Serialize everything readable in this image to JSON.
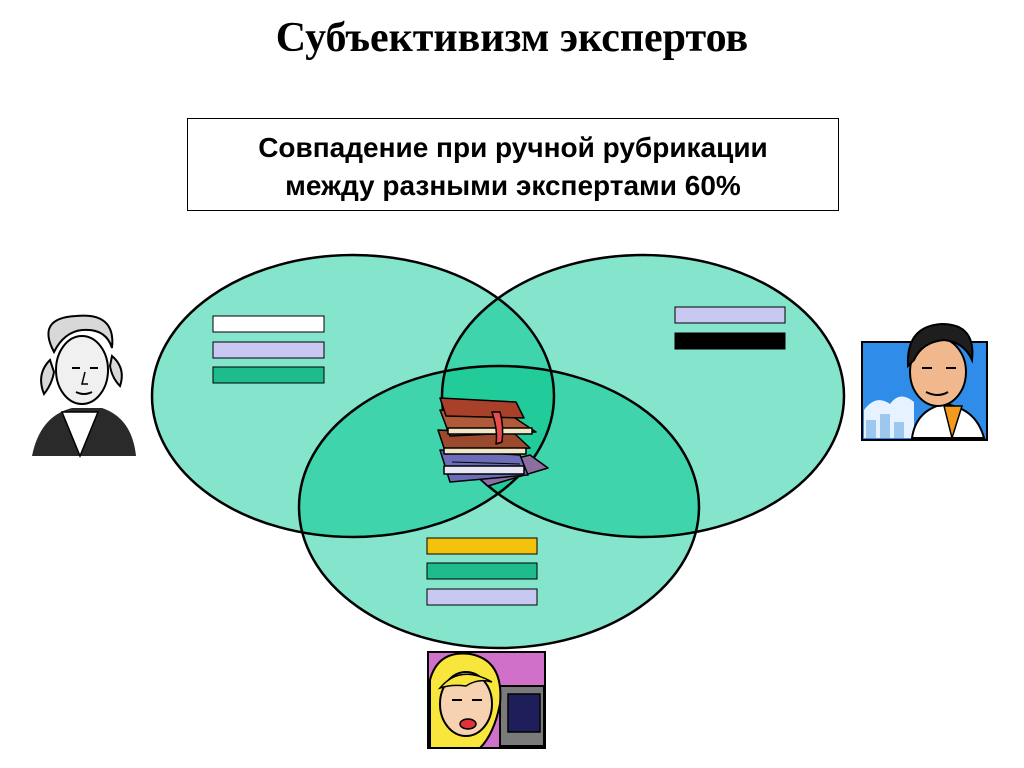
{
  "slide": {
    "title": "Субъективизм экспертов",
    "callout": {
      "line1": "Совпадение при ручной рубрикации",
      "line2": "между разными экспертами 60%"
    }
  },
  "colors": {
    "circle_fill": "#84E4CC",
    "overlap_fill": "#3FD4AC",
    "center_fill": "#22CC9A",
    "stroke": "#000000"
  },
  "experts": [
    {
      "id": "expert-left",
      "icon": "portrait-washington-icon",
      "category_colors": [
        "#FFFFFF",
        "#C8C8F2",
        "#1EBC8C"
      ]
    },
    {
      "id": "expert-right",
      "icon": "man-skyline-icon",
      "category_colors": [
        "#C8C8F2",
        "#000000"
      ]
    },
    {
      "id": "expert-bottom",
      "icon": "woman-computer-icon",
      "category_colors": [
        "#F4C20D",
        "#1EBC8C",
        "#C8C8F2"
      ]
    }
  ],
  "center_icon": "books-stack-icon"
}
